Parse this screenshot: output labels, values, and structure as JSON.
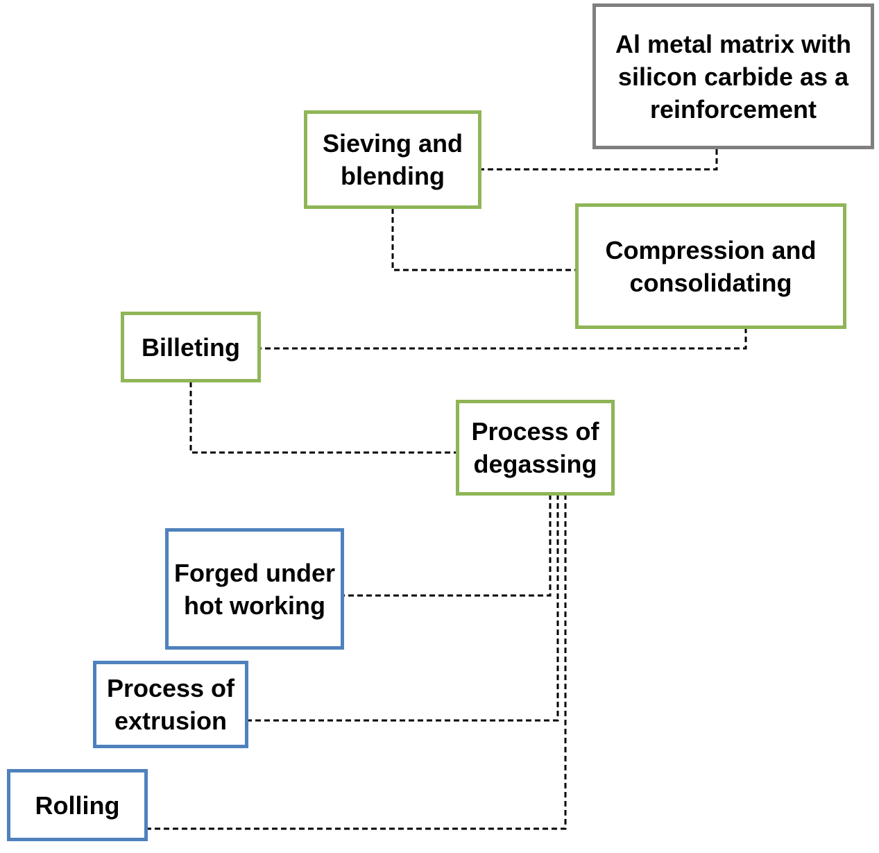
{
  "colors": {
    "source_border": "#7f7f7f",
    "process_border": "#8fb556",
    "product_border": "#4f81bd",
    "connector": "#000000"
  },
  "nodes": {
    "source": "Al metal matrix with\nsilicon carbide as a\nreinforcement",
    "sieving": "Sieving and\nblending",
    "compression": "Compression and\nconsolidating",
    "billeting": "Billeting",
    "degassing": "Process of\ndegassing",
    "forged": "Forged under\nhot working",
    "extrusion": "Process of\nextrusion",
    "rolling": "Rolling"
  },
  "connections": [
    {
      "from": "source",
      "to": "sieving"
    },
    {
      "from": "sieving",
      "to": "compression"
    },
    {
      "from": "compression",
      "to": "billeting"
    },
    {
      "from": "billeting",
      "to": "degassing"
    },
    {
      "from": "degassing",
      "to": "forged"
    },
    {
      "from": "degassing",
      "to": "extrusion"
    },
    {
      "from": "degassing",
      "to": "rolling"
    }
  ]
}
